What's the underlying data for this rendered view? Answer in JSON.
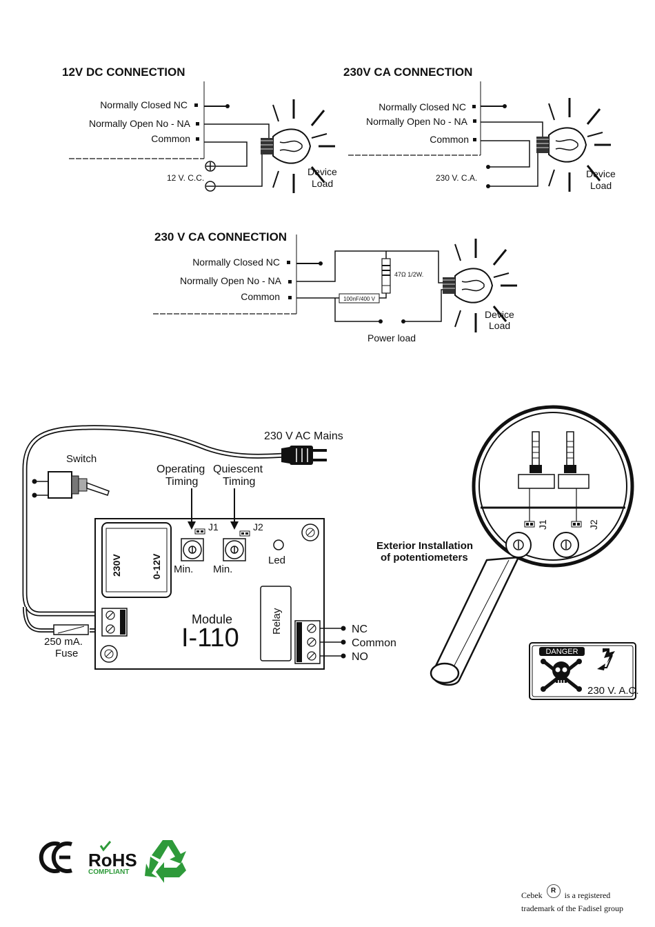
{
  "dc": {
    "title": "12V  DC CONNECTION",
    "nc": "Normally Closed NC",
    "no": "Normally Open  No - NA",
    "common": "Common",
    "supply": "12 V. C.C.",
    "device": "Device",
    "load": "Load"
  },
  "ac1": {
    "title": "230V CA CONNECTION",
    "nc": "Normally Closed NC",
    "no": "Normally Open  No - NA",
    "common": "Common",
    "supply": "230 V. C.A.",
    "device": "Device",
    "load": "Load"
  },
  "ac2": {
    "title": "230 V CA CONNECTION",
    "nc": "Normally Closed NC",
    "no": "Normally Open  No - NA",
    "common": "Common",
    "resistor": "47Ω 1/2W.",
    "capacitor": "100nF/400 V",
    "power": "Power  load",
    "device": "Device",
    "load": "Load"
  },
  "module": {
    "mains": "230 V AC Mains",
    "switch": "Switch",
    "operating": "Operating",
    "quiescent": "Quiescent",
    "timing": "Timing",
    "j1": "J1",
    "j2": "J2",
    "min": "Min.",
    "led": "Led",
    "v230": "230V",
    "v012": "0-12V",
    "module_label": "Module",
    "model": "I-110",
    "relay": "Relay",
    "nc": "NC",
    "common": "Common",
    "no": "NO",
    "fuse_rating": "250 mA.",
    "fuse": "Fuse"
  },
  "magnifier": {
    "j1": "J1",
    "j2": "J2",
    "caption_line1": "Exterior Installation",
    "caption_line2": "of potentiometers"
  },
  "danger": {
    "label": "DANGER",
    "voltage": "230 V. A.C."
  },
  "logos": {
    "ce": "CE",
    "rohs": "RoHS",
    "compliant": "COMPLIANT"
  },
  "footer": {
    "brand": "Cebek",
    "registered": "R",
    "line1": "is a registered",
    "line2": "trademark of the Fadisel group"
  },
  "colors": {
    "ink": "#111111",
    "recycle": "#2e9a3a",
    "rohs_green": "#2e9a3a"
  }
}
